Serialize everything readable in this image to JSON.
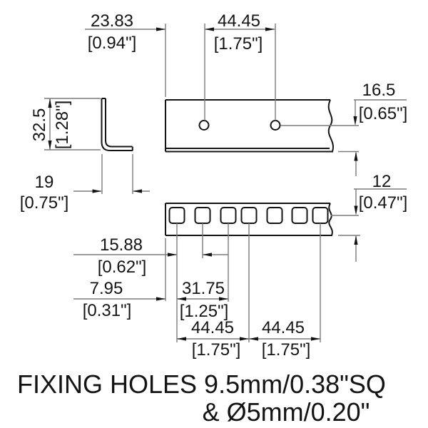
{
  "drawing": {
    "title_line1": "FIXING HOLES  9.5mm/0.38\"SQ",
    "title_line2": "& Ø5mm/0.20\"",
    "dims": {
      "plate_edge_to_hole": {
        "mm": "23.83",
        "in": "[0.94\"]"
      },
      "hole_pitch_top": {
        "mm": "44.45",
        "in": "[1.75\"]"
      },
      "hole_center_to_bottom": {
        "mm": "16.5",
        "in": "[0.65\"]"
      },
      "bracket_height": {
        "mm": "32.5",
        "in": "[1.28\"]"
      },
      "bracket_leg": {
        "mm": "19",
        "in": "[0.75\"]"
      },
      "slot_center_to_bottom": {
        "mm": "12",
        "in": "[0.47\"]"
      },
      "slot_pitch_small": {
        "mm": "15.88",
        "in": "[0.62\"]"
      },
      "edge_to_first_slot": {
        "mm": "7.95",
        "in": "[0.31\"]"
      },
      "slot_pitch_double": {
        "mm": "31.75",
        "in": "[1.25\"]"
      },
      "rack_unit_1": {
        "mm": "44.45",
        "in": "[1.75\"]"
      },
      "rack_unit_2": {
        "mm": "44.45",
        "in": "[1.75\"]"
      }
    },
    "colors": {
      "outline": "#141414",
      "dim_line": "#7b7b7b",
      "background": "#ffffff"
    }
  }
}
